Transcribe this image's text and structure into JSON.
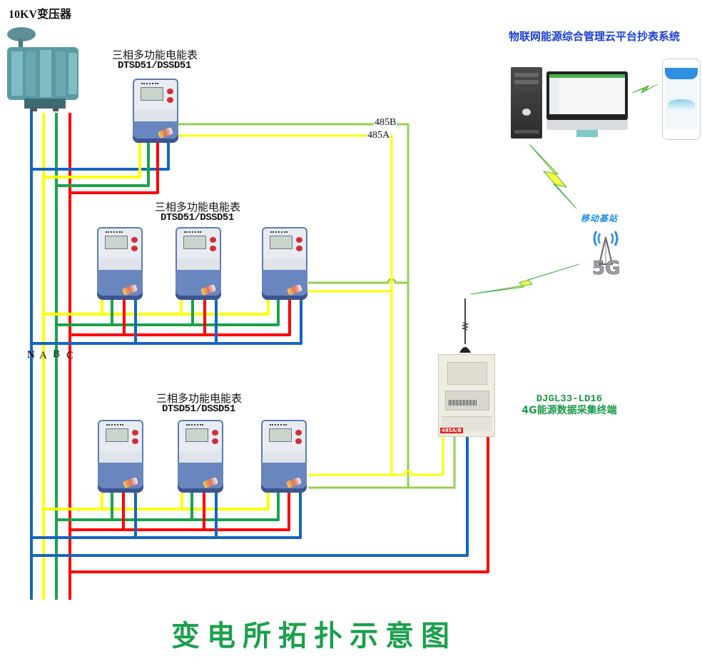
{
  "transformer": {
    "title": "10KV变压器",
    "icon": "transformer-icon"
  },
  "phases": {
    "labels": [
      "N",
      "A",
      "B",
      "C"
    ],
    "colors": {
      "N": "#1565c0",
      "A": "#ffff00",
      "B": "#1aa34a",
      "C": "#ff0000"
    }
  },
  "bus": {
    "b_label": "485B",
    "a_label": "485A",
    "b_color": "#92d050",
    "a_color": "#ffff00"
  },
  "meter_groups": [
    {
      "title": "三相多功能电能表",
      "model": "DTSD51/DSSD51",
      "count": 1
    },
    {
      "title": "三相多功能电能表",
      "model": "DTSD51/DSSD51",
      "count": 3
    },
    {
      "title": "三相多功能电能表",
      "model": "DTSD51/DSSD51",
      "count": 3
    }
  ],
  "terminal": {
    "model": "DJGL33-LD16",
    "name": "4G能源数据采集终端",
    "port_tag": "485A/B",
    "icon": "data-collector-icon"
  },
  "base_station": {
    "label": "移动基站",
    "icon_text": "5G"
  },
  "cloud_platform": {
    "title": "物联网能源综合管理云平台抄表系统",
    "devices": [
      "server-icon",
      "monitor-icon",
      "smartphone-icon"
    ]
  },
  "diagram_title": "变电所拓扑示意图",
  "colors": {
    "title_green": "#1aa04c",
    "cloud_blue": "#1a3fd0",
    "terminal_green": "#1a9a4a",
    "wireless_green": "#7ed321",
    "wireless_yellow": "#ffff40"
  }
}
